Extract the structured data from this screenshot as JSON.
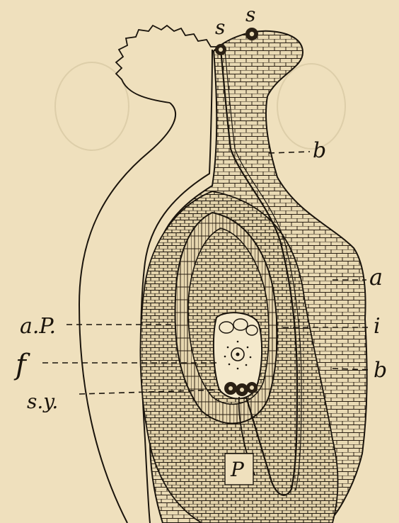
{
  "labels": {
    "s1": "s",
    "s2": "s",
    "b_top": "b",
    "a": "a",
    "i": "i",
    "b_mid": "b",
    "a_p": "a.P.",
    "f": "f",
    "sy": "s.y.",
    "p": "P"
  },
  "colors": {
    "paper": "#efe0bd",
    "ink": "#1a140c",
    "tissue_shade": "#cfc2a2"
  }
}
